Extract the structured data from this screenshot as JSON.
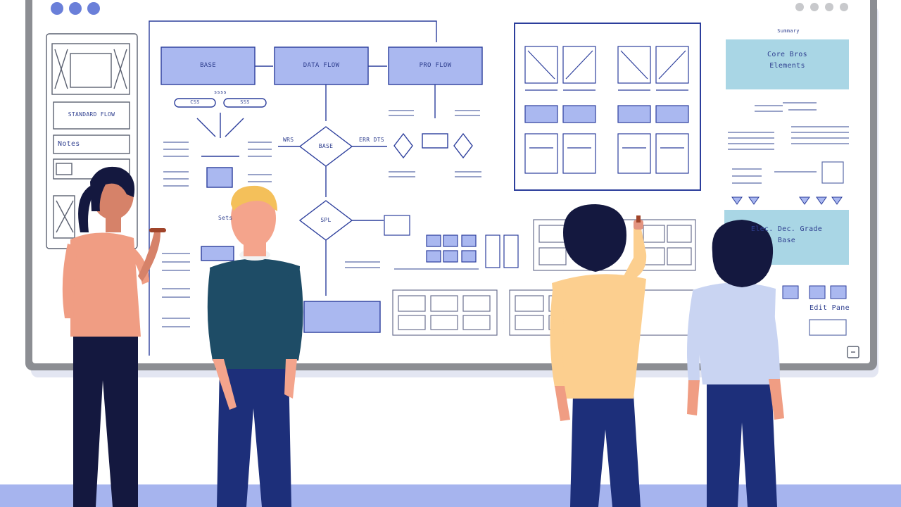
{
  "colors": {
    "wall": "#ffffff",
    "board_frame": "#8c8e93",
    "board_surface": "#ffffff",
    "ink": "#2c3e9c",
    "box_fill": "#aab8f0",
    "note_fill": "#a9d6e5",
    "floor": "#a6b4ee",
    "dot_left": "#6a7fd9",
    "dot_right": "#c8c9cc"
  },
  "board": {
    "flow_boxes": [
      "BASE",
      "DATA FLOW",
      "PRO FLOW"
    ],
    "small_labels": [
      "ssss",
      "CSS",
      "SSS"
    ],
    "left_panel_labels": [
      "STANDARD FLOW",
      "Notes"
    ],
    "decision_labels": [
      "BASE",
      "SPL"
    ],
    "side_labels": [
      "WRS",
      "ERR DTS",
      "Sets"
    ],
    "right_title": "Summary",
    "right_note_top": [
      "Core Bros",
      "Elements"
    ],
    "right_note_bottom": [
      "Elec. Dec. Grade",
      "Base"
    ],
    "right_bottom_label": "Edit Pane"
  },
  "icons": [
    "window-dots-icon",
    "window-controls-icon",
    "corner-resize-icon",
    "marker-icon"
  ],
  "people": [
    "woman-pink-shirt",
    "man-teal-sweater",
    "woman-yellow-shirt",
    "person-lightblue-shirt"
  ]
}
